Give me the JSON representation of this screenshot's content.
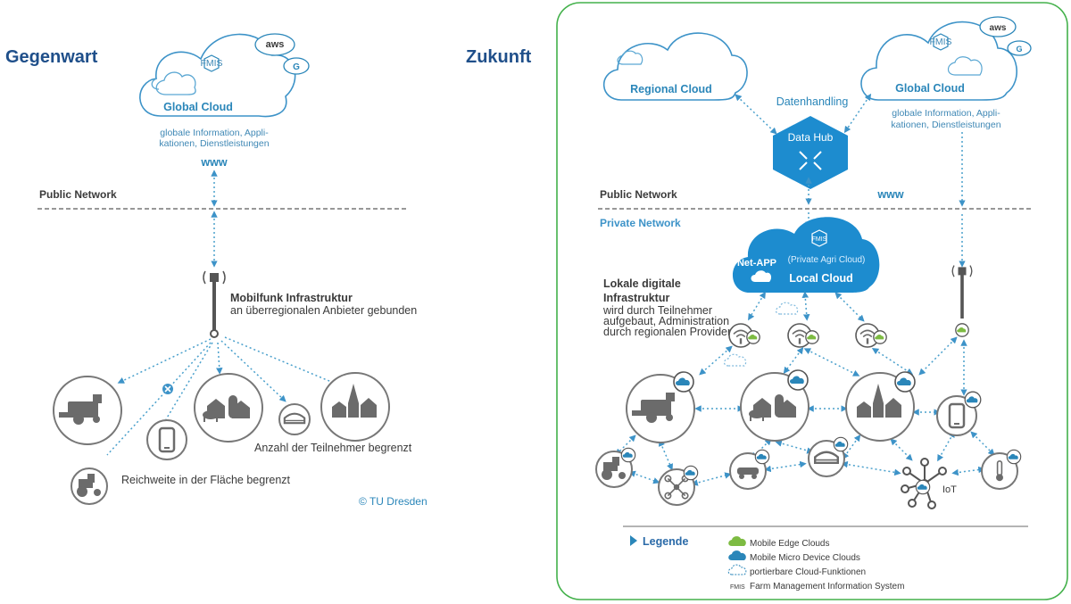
{
  "left": {
    "title": "Gegenwart",
    "global_cloud": {
      "label": "Global Cloud",
      "fmis": "FMIS",
      "aws": "aws",
      "g": "G"
    },
    "cloud_desc": [
      "globale Information, Appli-",
      "kationen, Dienstleistungen"
    ],
    "www": "www",
    "public_network": "Public Network",
    "tower_title": "Mobilfunk Infrastruktur",
    "tower_sub": "an überregionalen Anbieter gebunden",
    "note_participants": "Anzahl der Teilnehmer begrenzt",
    "note_range": "Reichweite in der Fläche begrenzt",
    "copyright": "© TU Dresden"
  },
  "right": {
    "title": "Zukunft",
    "regional_cloud": "Regional Cloud",
    "global_cloud": {
      "label": "Global Cloud",
      "fmis": "FMIS",
      "aws": "aws",
      "g": "G"
    },
    "cloud_desc": [
      "globale Information, Appli-",
      "kationen, Dienstleistungen"
    ],
    "datenhandling": "Datenhandling",
    "data_hub": "Data Hub",
    "public_network": "Public Network",
    "www": "www",
    "private_network": "Private Network",
    "local_cloud": {
      "label": "Local Cloud",
      "sub": "(Private Agri Cloud)",
      "fmis": "FMIS",
      "netapp": "Net-APP"
    },
    "local_title": [
      "Lokale digitale",
      "Infrastruktur"
    ],
    "local_desc": [
      "wird durch Teilnehmer",
      "aufgebaut, Administration",
      "durch regionalen Provider"
    ],
    "iot": "IoT",
    "legend": {
      "title": "Legende",
      "items": [
        {
          "icon": "green-cloud",
          "text": "Mobile Edge Clouds"
        },
        {
          "icon": "blue-cloud",
          "text": "Mobile Micro Device Clouds"
        },
        {
          "icon": "dashed-cloud",
          "text": "portierbare Cloud-Funktionen"
        },
        {
          "icon": "fmis-tag",
          "tag": "FMIS",
          "text": "Farm Management Information System"
        }
      ]
    }
  },
  "colors": {
    "accent": "#2a86b9",
    "title": "#1f4f8a",
    "frame": "#43b14b",
    "edge_cloud": "#7dbb42",
    "icon_gray": "#6b6b6b"
  }
}
